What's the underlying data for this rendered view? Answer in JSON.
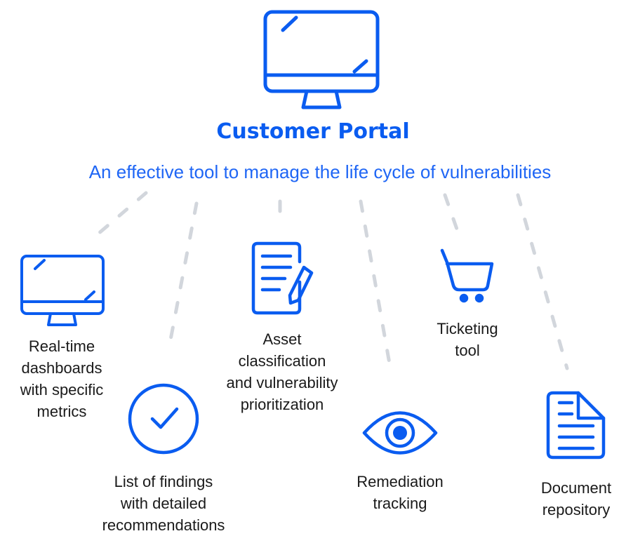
{
  "header": {
    "title": "Customer Portal",
    "subtitle": "An effective tool to manage the life cycle of vulnerabilities",
    "icon": "monitor-icon"
  },
  "features": [
    {
      "icon": "monitor-icon",
      "label": "Real-time\ndashboards\nwith specific\nmetrics"
    },
    {
      "icon": "checkmark-circle-icon",
      "label": "List of findings\nwith detailed\nrecommendations"
    },
    {
      "icon": "document-pen-icon",
      "label": "Asset\nclassification\nand vulnerability\nprioritization"
    },
    {
      "icon": "eye-icon",
      "label": "Remediation\ntracking"
    },
    {
      "icon": "shopping-cart-icon",
      "label": "Ticketing\ntool"
    },
    {
      "icon": "document-icon",
      "label": "Document\nrepository"
    }
  ],
  "colors": {
    "accent": "#0a5cf0",
    "connector": "#d2d6dc",
    "text": "#1a1a1a"
  }
}
